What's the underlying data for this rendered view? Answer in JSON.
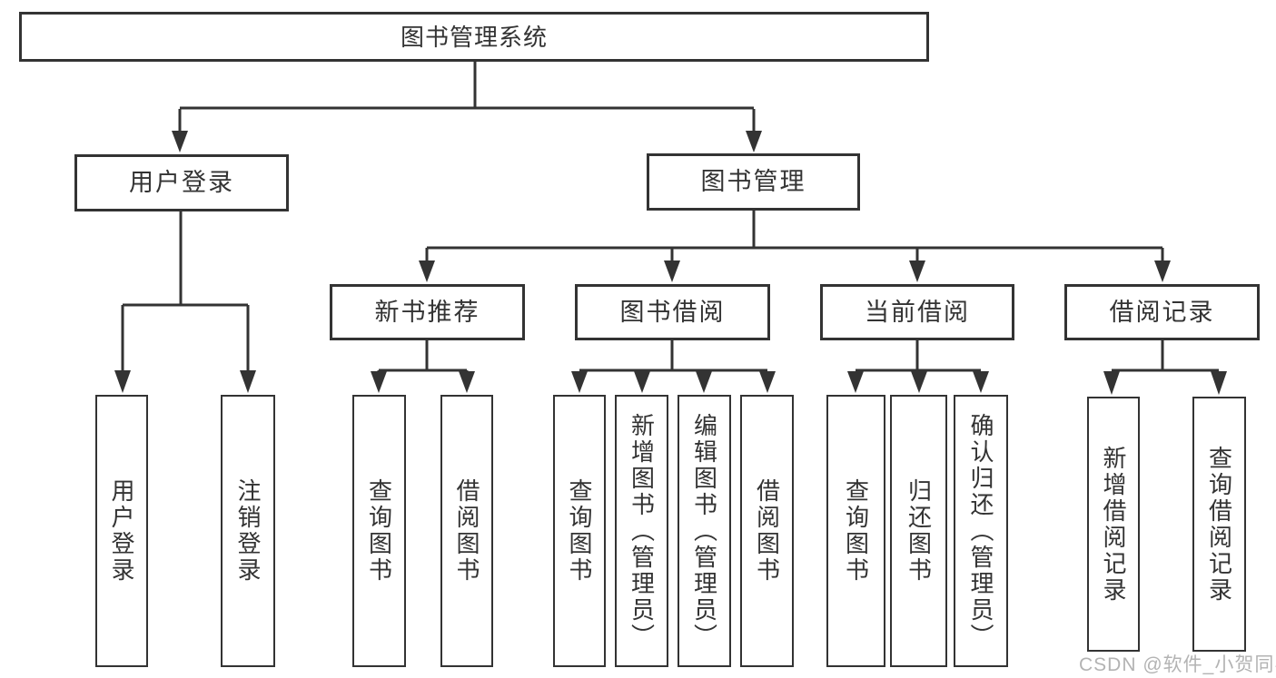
{
  "tree": {
    "label": "图书管理系统",
    "children": [
      {
        "label": "用户登录",
        "children": [
          {
            "label": "用户登录"
          },
          {
            "label": "注销登录"
          }
        ]
      },
      {
        "label": "图书管理",
        "children": [
          {
            "label": "新书推荐",
            "children": [
              {
                "label": "查询图书"
              },
              {
                "label": "借阅图书"
              }
            ]
          },
          {
            "label": "图书借阅",
            "children": [
              {
                "label": "查询图书"
              },
              {
                "label": "新增图书（管理员）"
              },
              {
                "label": "编辑图书（管理员）"
              },
              {
                "label": "借阅图书"
              }
            ]
          },
          {
            "label": "当前借阅",
            "children": [
              {
                "label": "查询图书"
              },
              {
                "label": "归还图书"
              },
              {
                "label": "确认归还（管理员）"
              }
            ]
          },
          {
            "label": "借阅记录",
            "children": [
              {
                "label": "新增借阅记录"
              },
              {
                "label": "查询借阅记录"
              }
            ]
          }
        ]
      }
    ]
  },
  "watermark": {
    "text": "CSDN @软件_小贺同学"
  },
  "colors": {
    "line": "#333333",
    "text": "#333333",
    "box_background": "#ffffff",
    "watermark": "#b3b3b3",
    "background": "#ffffff"
  }
}
